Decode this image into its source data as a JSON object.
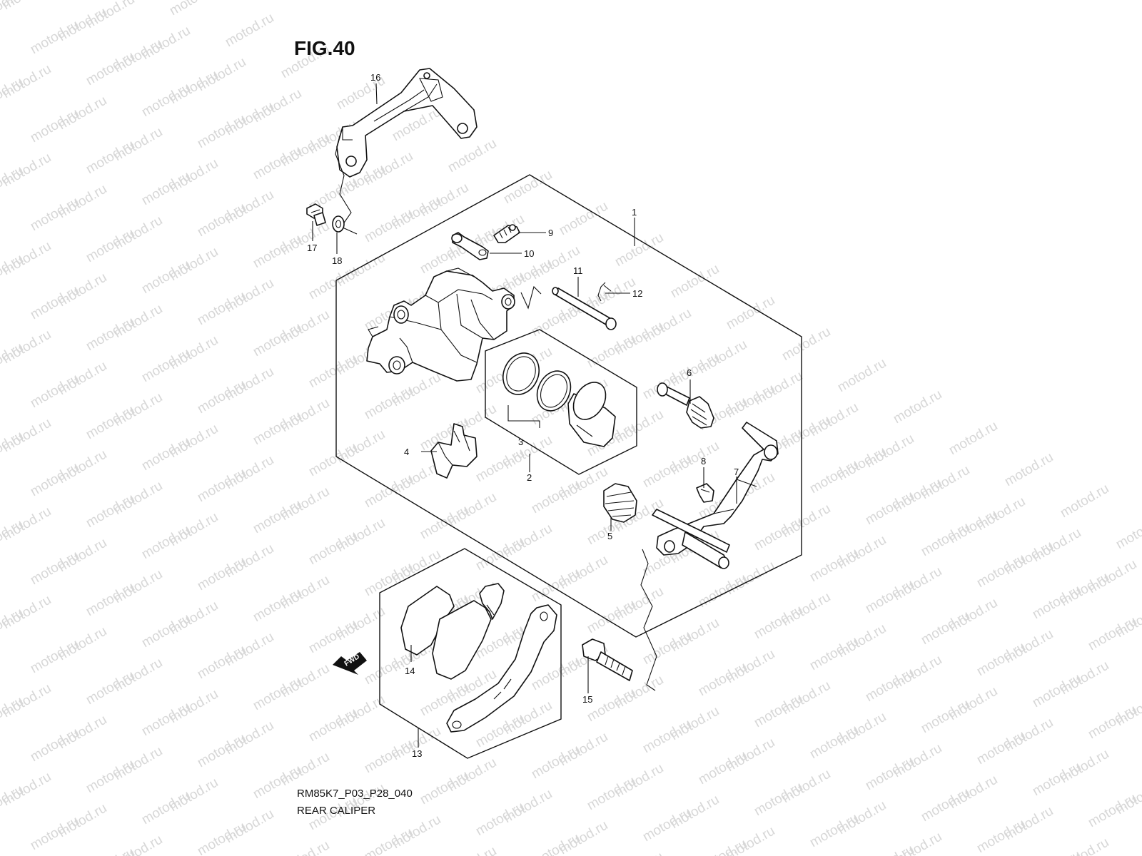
{
  "figure": {
    "title": "FIG.40",
    "code": "RM85K7_P03_P28_040",
    "name": "REAR CALIPER"
  },
  "watermark": {
    "text": "motod.ru"
  },
  "fwd_label": "FWD",
  "callouts": {
    "c1": "1",
    "c2": "2",
    "c3": "3",
    "c4": "4",
    "c5": "5",
    "c6": "6",
    "c7": "7",
    "c8": "8",
    "c9": "9",
    "c10": "10",
    "c11": "11",
    "c12": "12",
    "c13": "13",
    "c14": "14",
    "c15": "15",
    "c16": "16",
    "c17": "17",
    "c18": "18"
  }
}
